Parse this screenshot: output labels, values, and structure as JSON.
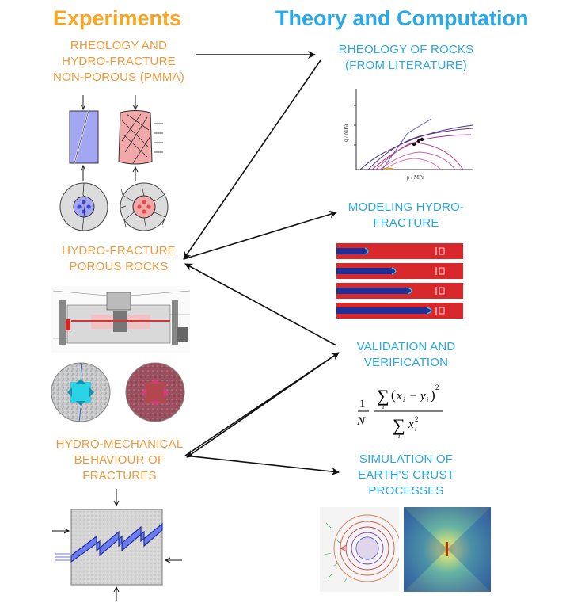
{
  "headers": {
    "left": "Experiments",
    "right": "Theory and Computation"
  },
  "experiments": {
    "rheology_hf": [
      "RHEOLOGY AND",
      "HYDRO-FRACTURE",
      "NON-POROUS (PMMA)"
    ],
    "hf_porous": [
      "HYDRO-FRACTURE",
      "POROUS ROCKS"
    ],
    "hm_fractures": [
      "HYDRO-MECHANICAL",
      "BEHAVIOUR OF",
      "FRACTURES"
    ]
  },
  "theory": {
    "rheology_rocks": [
      "RHEOLOGY OF ROCKS",
      "(FROM LITERATURE)"
    ],
    "modeling_hf": [
      "MODELING HYDRO-",
      "FRACTURE"
    ],
    "validation": [
      "VALIDATION AND",
      "VERIFICATION"
    ],
    "simulation": [
      "SIMULATION OF",
      "EARTH'S CRUST",
      "PROCESSES"
    ]
  },
  "rheology_plot": {
    "ylabel": "q / MPa",
    "xlabel": "p / MPa"
  },
  "colors": {
    "orange": "#f5a623",
    "blue": "#2ba9e6",
    "fracture_red": "#d8282b",
    "fracture_blue": "#1f2f9a"
  }
}
